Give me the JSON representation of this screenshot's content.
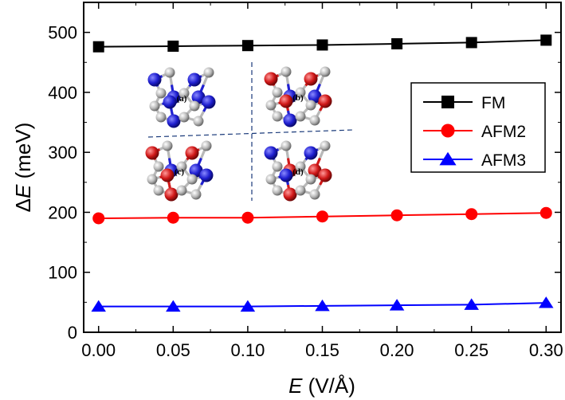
{
  "chart_data": {
    "type": "line",
    "x": [
      0.0,
      0.05,
      0.1,
      0.15,
      0.2,
      0.25,
      0.3
    ],
    "series": [
      {
        "name": "FM",
        "values": [
          476,
          477,
          478,
          479,
          481,
          483,
          487
        ],
        "color": "#000000",
        "marker": "square"
      },
      {
        "name": "AFM2",
        "values": [
          190,
          191,
          191,
          193,
          195,
          197,
          199
        ],
        "color": "#ff0000",
        "marker": "circle"
      },
      {
        "name": "AFM3",
        "values": [
          43,
          43,
          43,
          44,
          45,
          46,
          49
        ],
        "color": "#0000ff",
        "marker": "triangle"
      }
    ],
    "xlim": [
      -0.01,
      0.31
    ],
    "ylim": [
      0,
      550
    ],
    "xticks": [
      0.0,
      0.05,
      0.1,
      0.15,
      0.2,
      0.25,
      0.3
    ],
    "xtick_labels": [
      "0.00",
      "0.05",
      "0.10",
      "0.15",
      "0.20",
      "0.25",
      "0.30"
    ],
    "yticks": [
      0,
      100,
      200,
      300,
      400,
      500
    ],
    "ytick_labels": [
      "0",
      "100",
      "200",
      "300",
      "400",
      "500"
    ],
    "xlabel": {
      "symbol": "E",
      "unit": " (V/Å)"
    },
    "ylabel": {
      "prefix": "Δ",
      "symbol": "E",
      "unit": " (meV)"
    },
    "legend_position": "right",
    "grid": false
  },
  "inset": {
    "panel_labels": [
      "(a)",
      "(b)",
      "(c)",
      "(d)"
    ],
    "colors": {
      "blue_atom": "#1f1fd0",
      "red_atom": "#d01818",
      "gray_atom": "#b8b8b8",
      "divider": "#1a3a7a"
    }
  }
}
